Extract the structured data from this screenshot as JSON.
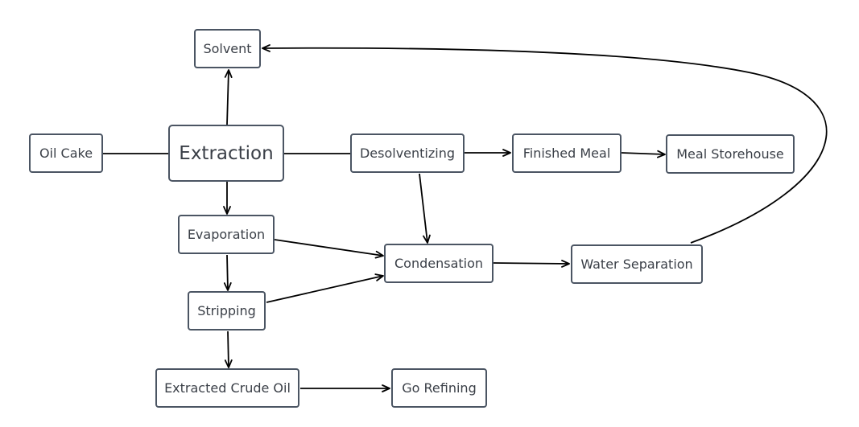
{
  "nodes": {
    "solvent": "Solvent",
    "oil_cake": "Oil Cake",
    "extraction": "Extraction",
    "desolventizing": "Desolventizing",
    "finished_meal": "Finished Meal",
    "meal_storehouse": "Meal Storehouse",
    "evaporation": "Evaporation",
    "condensation": "Condensation",
    "water_separation": "Water Separation",
    "stripping": "Stripping",
    "extracted_crude_oil": "Extracted Crude Oil",
    "go_refining": "Go Refining"
  },
  "edges": [
    {
      "from": "oil_cake",
      "to": "extraction",
      "arrow": false
    },
    {
      "from": "extraction",
      "to": "solvent",
      "arrow": true
    },
    {
      "from": "extraction",
      "to": "desolventizing",
      "arrow": false
    },
    {
      "from": "desolventizing",
      "to": "finished_meal",
      "arrow": true
    },
    {
      "from": "finished_meal",
      "to": "meal_storehouse",
      "arrow": true
    },
    {
      "from": "extraction",
      "to": "evaporation",
      "arrow": true
    },
    {
      "from": "desolventizing",
      "to": "condensation",
      "arrow": true
    },
    {
      "from": "evaporation",
      "to": "condensation",
      "arrow": true
    },
    {
      "from": "evaporation",
      "to": "stripping",
      "arrow": true
    },
    {
      "from": "stripping",
      "to": "condensation",
      "arrow": true
    },
    {
      "from": "condensation",
      "to": "water_separation",
      "arrow": true
    },
    {
      "from": "water_separation",
      "to": "solvent",
      "arrow": true
    },
    {
      "from": "stripping",
      "to": "extracted_crude_oil",
      "arrow": true
    },
    {
      "from": "extracted_crude_oil",
      "to": "go_refining",
      "arrow": true
    }
  ],
  "colors": {
    "node_border": "#4b5563",
    "node_text": "#3a3f47",
    "edge": "#000000"
  }
}
